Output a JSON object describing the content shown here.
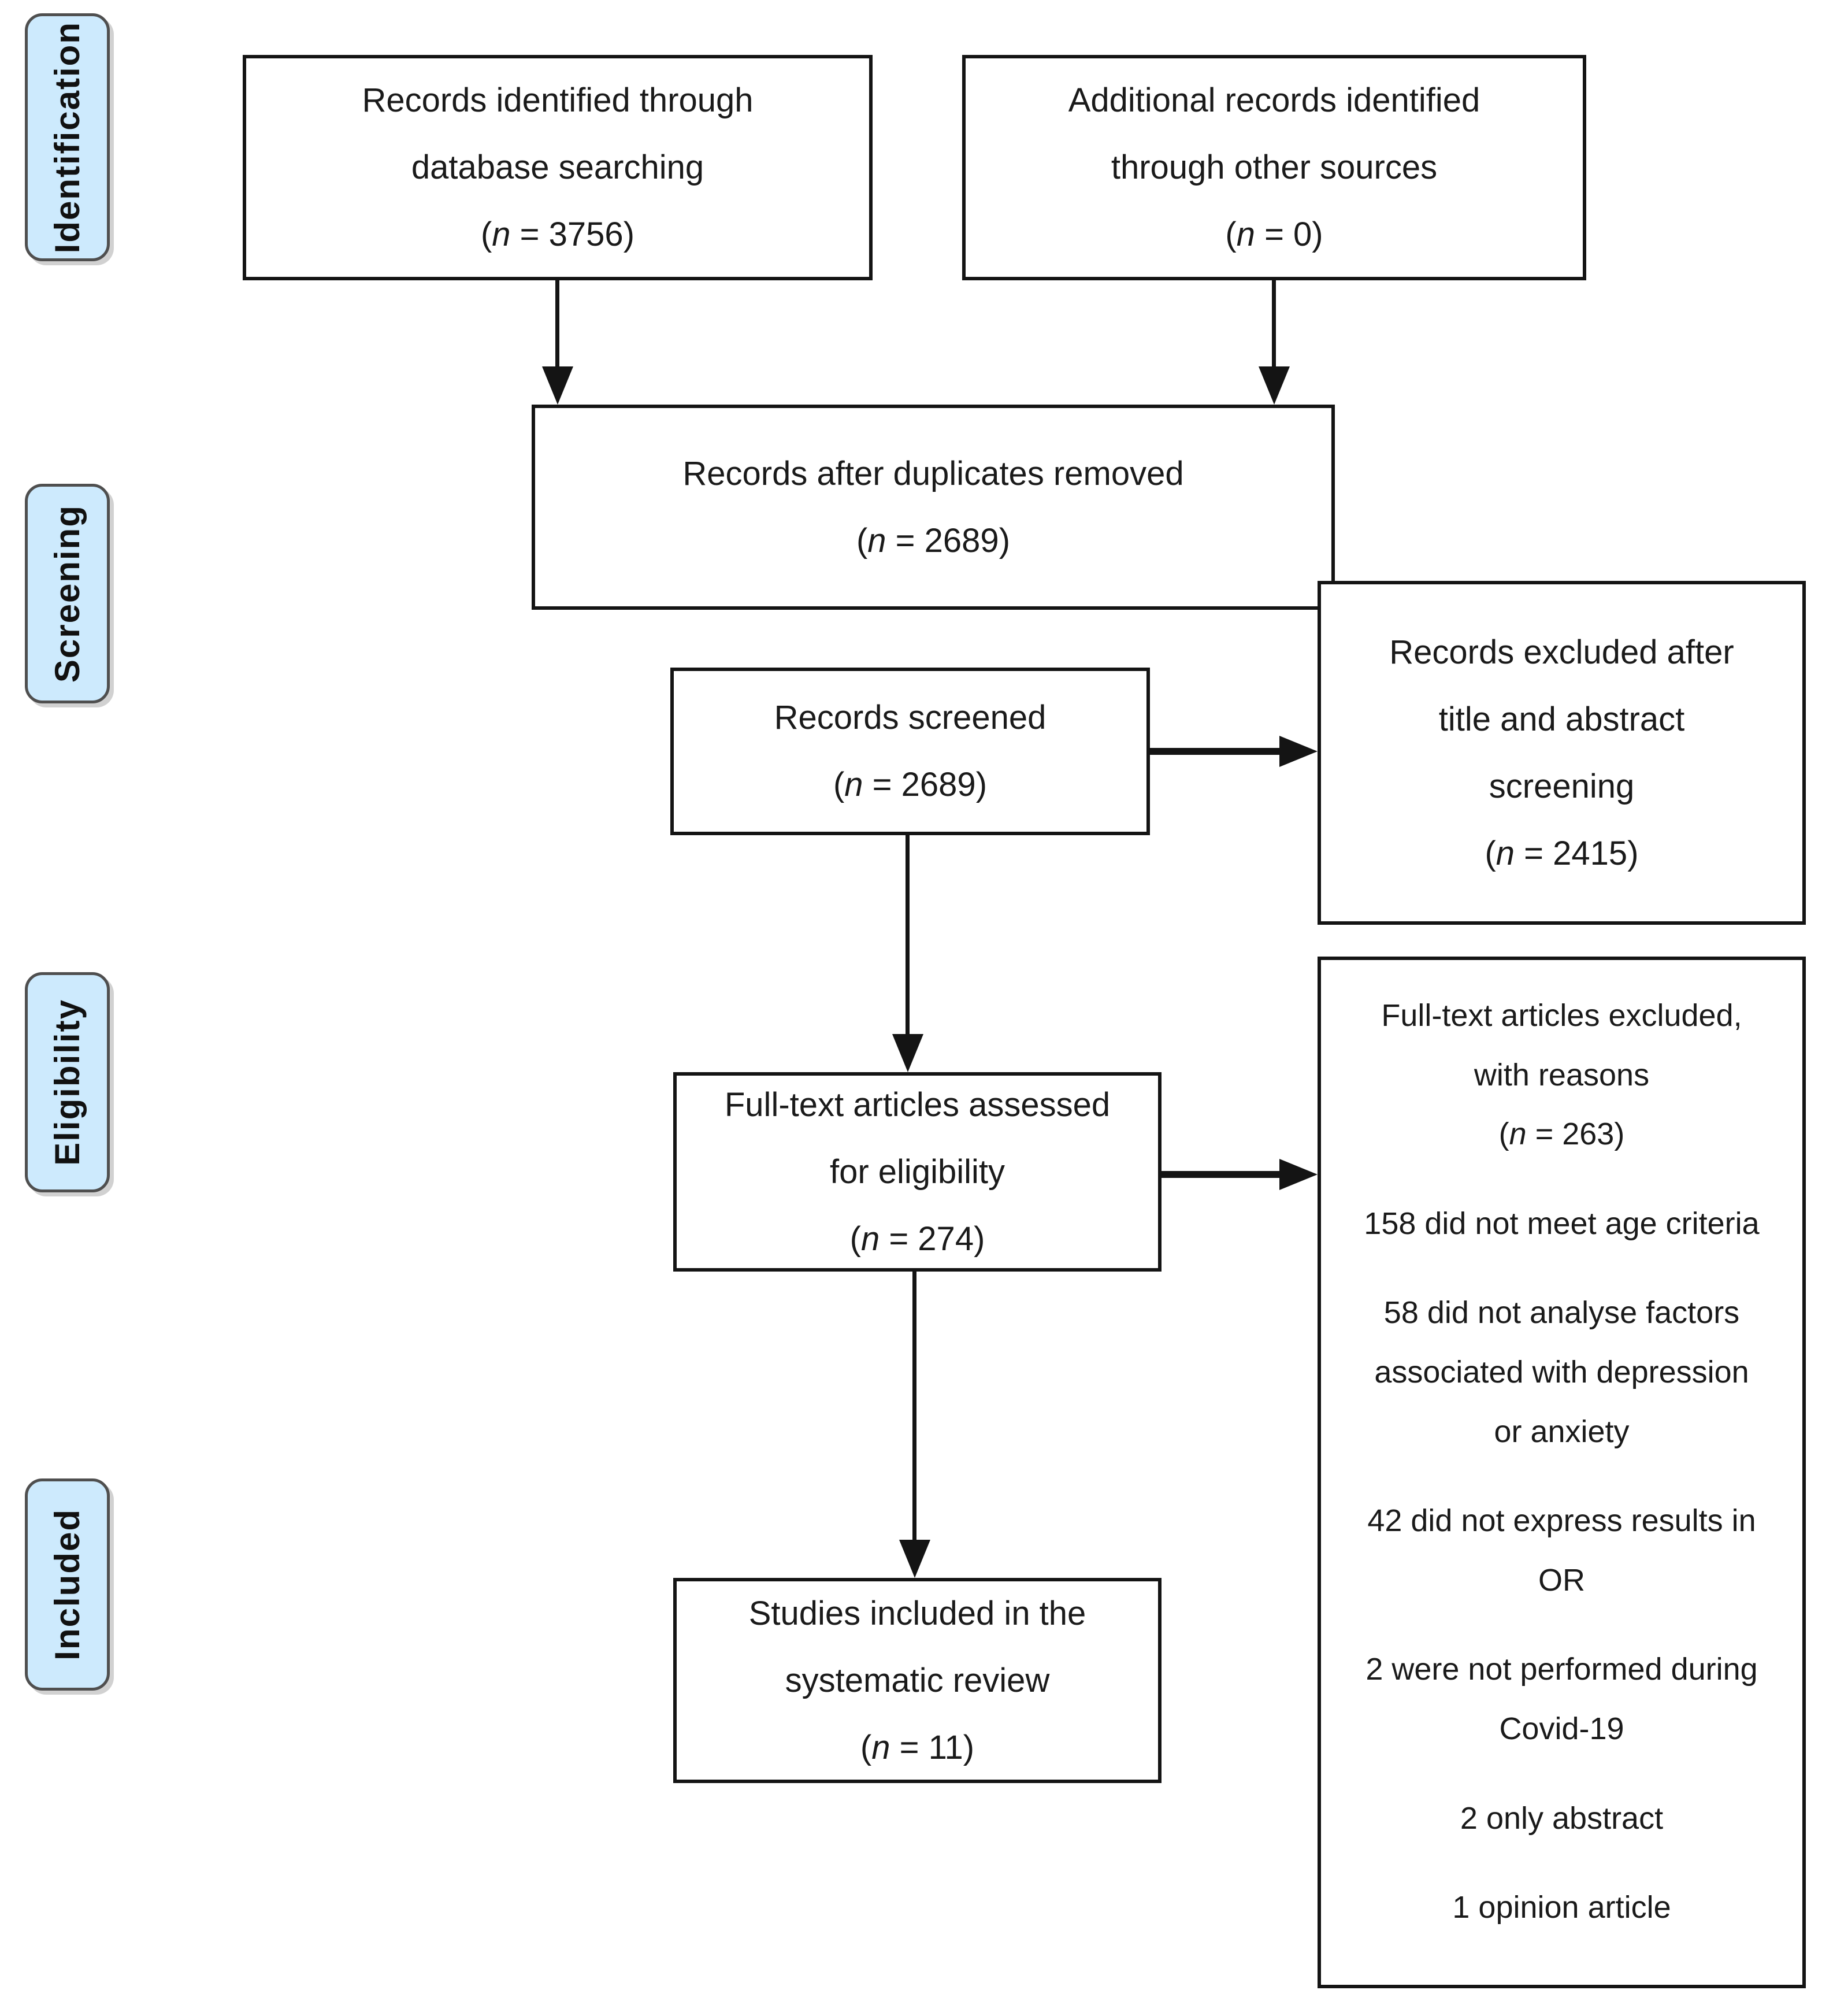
{
  "colors": {
    "background": "#ffffff",
    "stage_fill": "#cdeafd",
    "stage_border": "#4f4f4f",
    "box_border": "#141414",
    "arrow": "#141414",
    "text": "#1a1a1a"
  },
  "stages": [
    "Identification",
    "Screening",
    "Eligibility",
    "Included"
  ],
  "boxes": {
    "identified": {
      "lines": [
        "Records identified through",
        "database searching"
      ],
      "n": "3756"
    },
    "additional": {
      "lines": [
        "Additional records identified",
        "through other sources"
      ],
      "n": "0"
    },
    "deduplicated": {
      "lines": [
        "Records after duplicates removed"
      ],
      "n": "2689"
    },
    "screened": {
      "lines": [
        "Records screened"
      ],
      "n": "2689"
    },
    "excluded_screening": {
      "lines": [
        "Records excluded after",
        "title and abstract",
        "screening"
      ],
      "n": "2415"
    },
    "fulltext_assessed": {
      "lines": [
        "Full-text articles assessed",
        "for eligibility"
      ],
      "n": "274"
    },
    "fulltext_excluded": {
      "lines": [
        "Full-text articles excluded,",
        "with reasons"
      ],
      "n": "263",
      "reasons": [
        "158 did not meet age criteria",
        "58 did not analyse factors associated with depression or anxiety",
        "42 did not express results in OR",
        "2 were not performed during Covid-19",
        "2 only abstract",
        "1 opinion article"
      ]
    },
    "included_studies": {
      "lines": [
        "Studies included in the",
        "systematic review"
      ],
      "n": "11"
    }
  }
}
